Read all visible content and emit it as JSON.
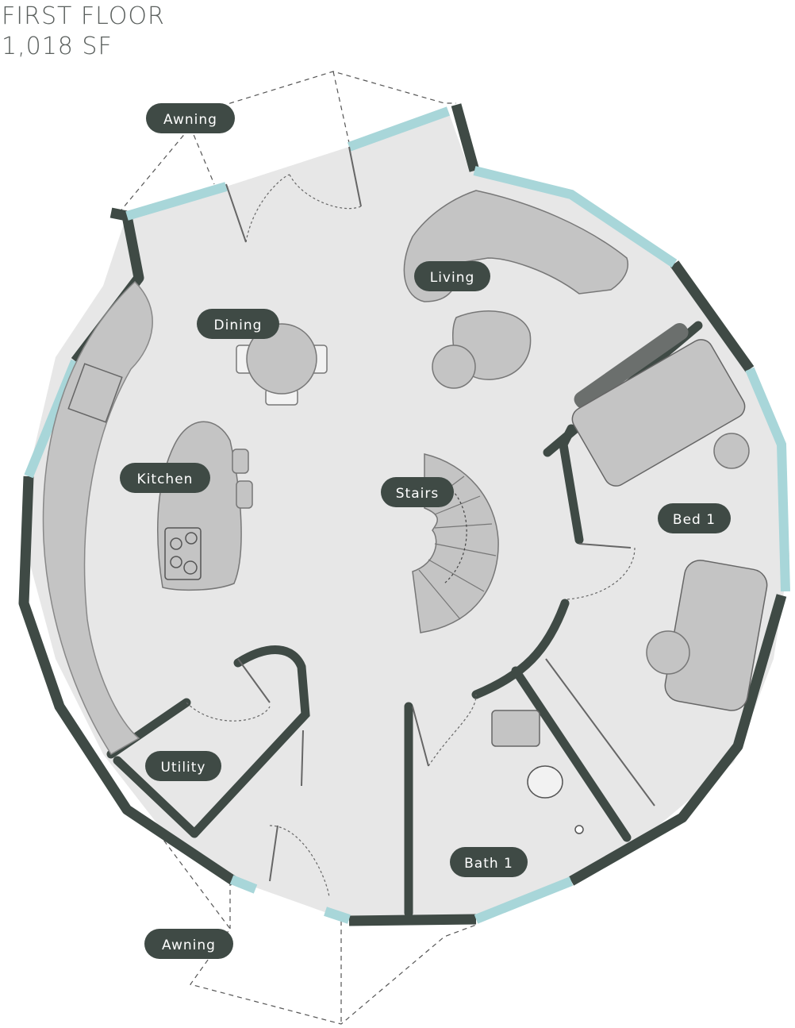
{
  "header": {
    "title": "FIRST FLOOR",
    "area": "1,018 SF"
  },
  "rooms": {
    "awning_top": "Awning",
    "living": "Living",
    "dining": "Dining",
    "kitchen": "Kitchen",
    "stairs": "Stairs",
    "bed1": "Bed 1",
    "utility": "Utility",
    "bath1": "Bath 1",
    "awning_bottom": "Awning"
  },
  "colors": {
    "wall": "#3f4a45",
    "floor": "#e7e7e7",
    "window": "#a8d6d9",
    "furniture": "#c4c4c4",
    "label_bg": "#3f4a45",
    "label_text": "#ffffff"
  }
}
